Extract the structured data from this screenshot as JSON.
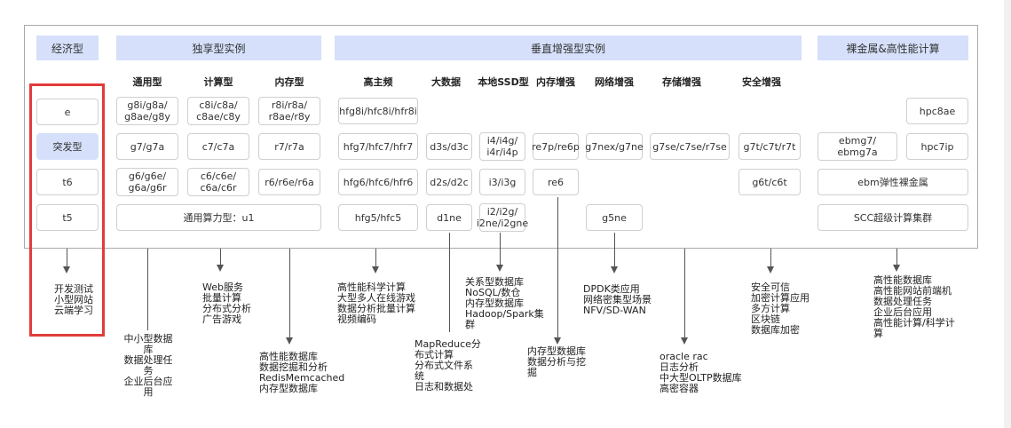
{
  "categories": {
    "economy": "经济型",
    "dedicated": "独享型实例",
    "vertical": "垂直增强型实例",
    "baremetal": "裸金属&高性能计算"
  },
  "subheaders": {
    "general": "通用型",
    "compute": "计算型",
    "memory": "内存型",
    "high_freq": "高主频",
    "big_data": "大数据",
    "local_ssd": "本地SSD型",
    "mem_enh": "内存增强",
    "net_enh": "网络增强",
    "storage_enh": "存储增强",
    "security_enh": "安全增强"
  },
  "cells": {
    "econ_e": "e",
    "econ_burst": "突发型",
    "econ_t6": "t6",
    "econ_t5": "t5",
    "gen_r1": "g8i/g8a/\ng8ae/g8y",
    "gen_r2": "g7/g7a",
    "gen_r3": "g6/g6e/\ng6a/g6r",
    "cmp_r1": "c8i/c8a/\nc8ae/c8y",
    "cmp_r2": "c7/c7a",
    "cmp_r3": "c6/c6e/\nc6a/c6r",
    "mem_r1": "r8i/r8a/\nr8ae/r8y",
    "mem_r2": "r7/r7a",
    "mem_r3": "r6/r6e/r6a",
    "u1": "通用算力型：u1",
    "hf_r1": "hfg8i/hfc8i/hfr8i",
    "hf_r2": "hfg7/hfc7/hfr7",
    "hf_r3": "hfg6/hfc6/hfr6",
    "hf_r4": "hfg5/hfc5",
    "bd_r2": "d3s/d3c",
    "bd_r3": "d2s/d2c",
    "bd_r4": "d1ne",
    "ssd_r2": "i4/i4g/\ni4r/i4p",
    "ssd_r3": "i3/i3g",
    "ssd_r4": "i2/i2g/\ni2ne/i2gne",
    "me_r2": "re7p/re6p",
    "me_r3": "re6",
    "ne_r2": "g7nex/g7ne",
    "ne_r4": "g5ne",
    "se_r2": "g7se/c7se/r7se",
    "sec_r2": "g7t/c7t/r7t",
    "sec_r3": "g6t/c6t",
    "bm_hpc8ae": "hpc8ae",
    "bm_ebmg7": "ebmg7/\nebmg7a",
    "bm_hpc7ip": "hpc7ip",
    "bm_ebm": "ebm弹性裸金属",
    "bm_scc": "SCC超级计算集群"
  },
  "scenarios": {
    "econ": "开发测试\n小型网站\n云端学习",
    "general": "中小型数据\n库\n数据处理任\n务\n企业后台应\n用",
    "compute": "Web服务\n批量计算\n分布式分析\n广告游戏",
    "memory": "高性能数据库\n数据挖掘和分析\nRedisMemcached\n内存型数据库",
    "high_freq": "高性能科学计算\n大型多人在线游戏\n数据分析批量计算\n视频编码",
    "big_data": "MapReduce分\n布式计算\n分布式文件系\n统\n日志和数据处",
    "local_ssd": "关系型数据库\nNoSQL/数仓\n内存型数据库\nHadoop/Spark集\n群",
    "mem_enh": "内存型数据库\n数据分析与挖\n掘",
    "net_enh": "DPDK类应用\n网络密集型场景\nNFV/SD-WAN",
    "storage_enh": "oracle rac\n日志分析\n中大型OLTP数据库\n高密容器",
    "security": "安全可信\n加密计算应用\n多方计算\n区块链\n数据库加密",
    "baremetal": "高性能数据库\n高性能网站前端机\n数据处理任务\n企业后台应用\n高性能计算/科学计\n算"
  },
  "colors": {
    "header_fill": "#d6e0fb",
    "highlight_border": "#e23b3b"
  }
}
